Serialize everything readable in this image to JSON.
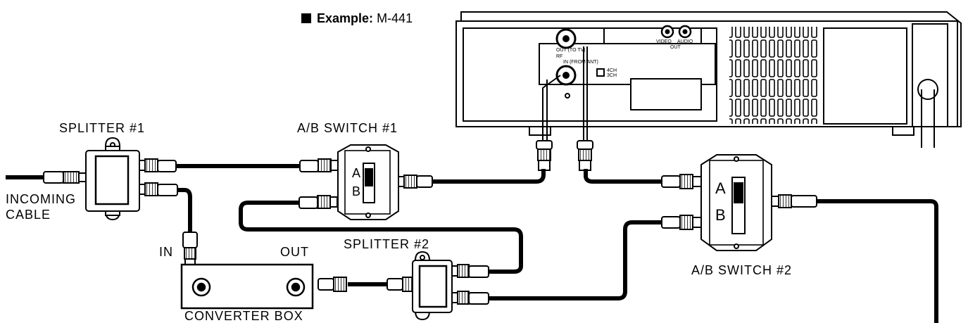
{
  "example": {
    "prefix": "Example:",
    "model": "M-441"
  },
  "labels": {
    "splitter1": "SPLITTER #1",
    "ab_switch1": "A/B SWITCH #1",
    "incoming_line1": "INCOMING",
    "incoming_line2": "CABLE",
    "in": "IN",
    "out": "OUT",
    "splitter2": "SPLITTER #2",
    "ab_switch2": "A/B SWITCH #2",
    "converter": "CONVERTER BOX",
    "sw_a": "A",
    "sw_b": "B"
  },
  "vcr": {
    "out_to_tv": "OUT (TO TV)",
    "rf": "RF",
    "in_from_ant": "IN (FROM ANT)",
    "video": "VIDEO",
    "audio": "AUDIO",
    "out": "OUT",
    "ch4": "4CH",
    "ch3": "3CH"
  }
}
